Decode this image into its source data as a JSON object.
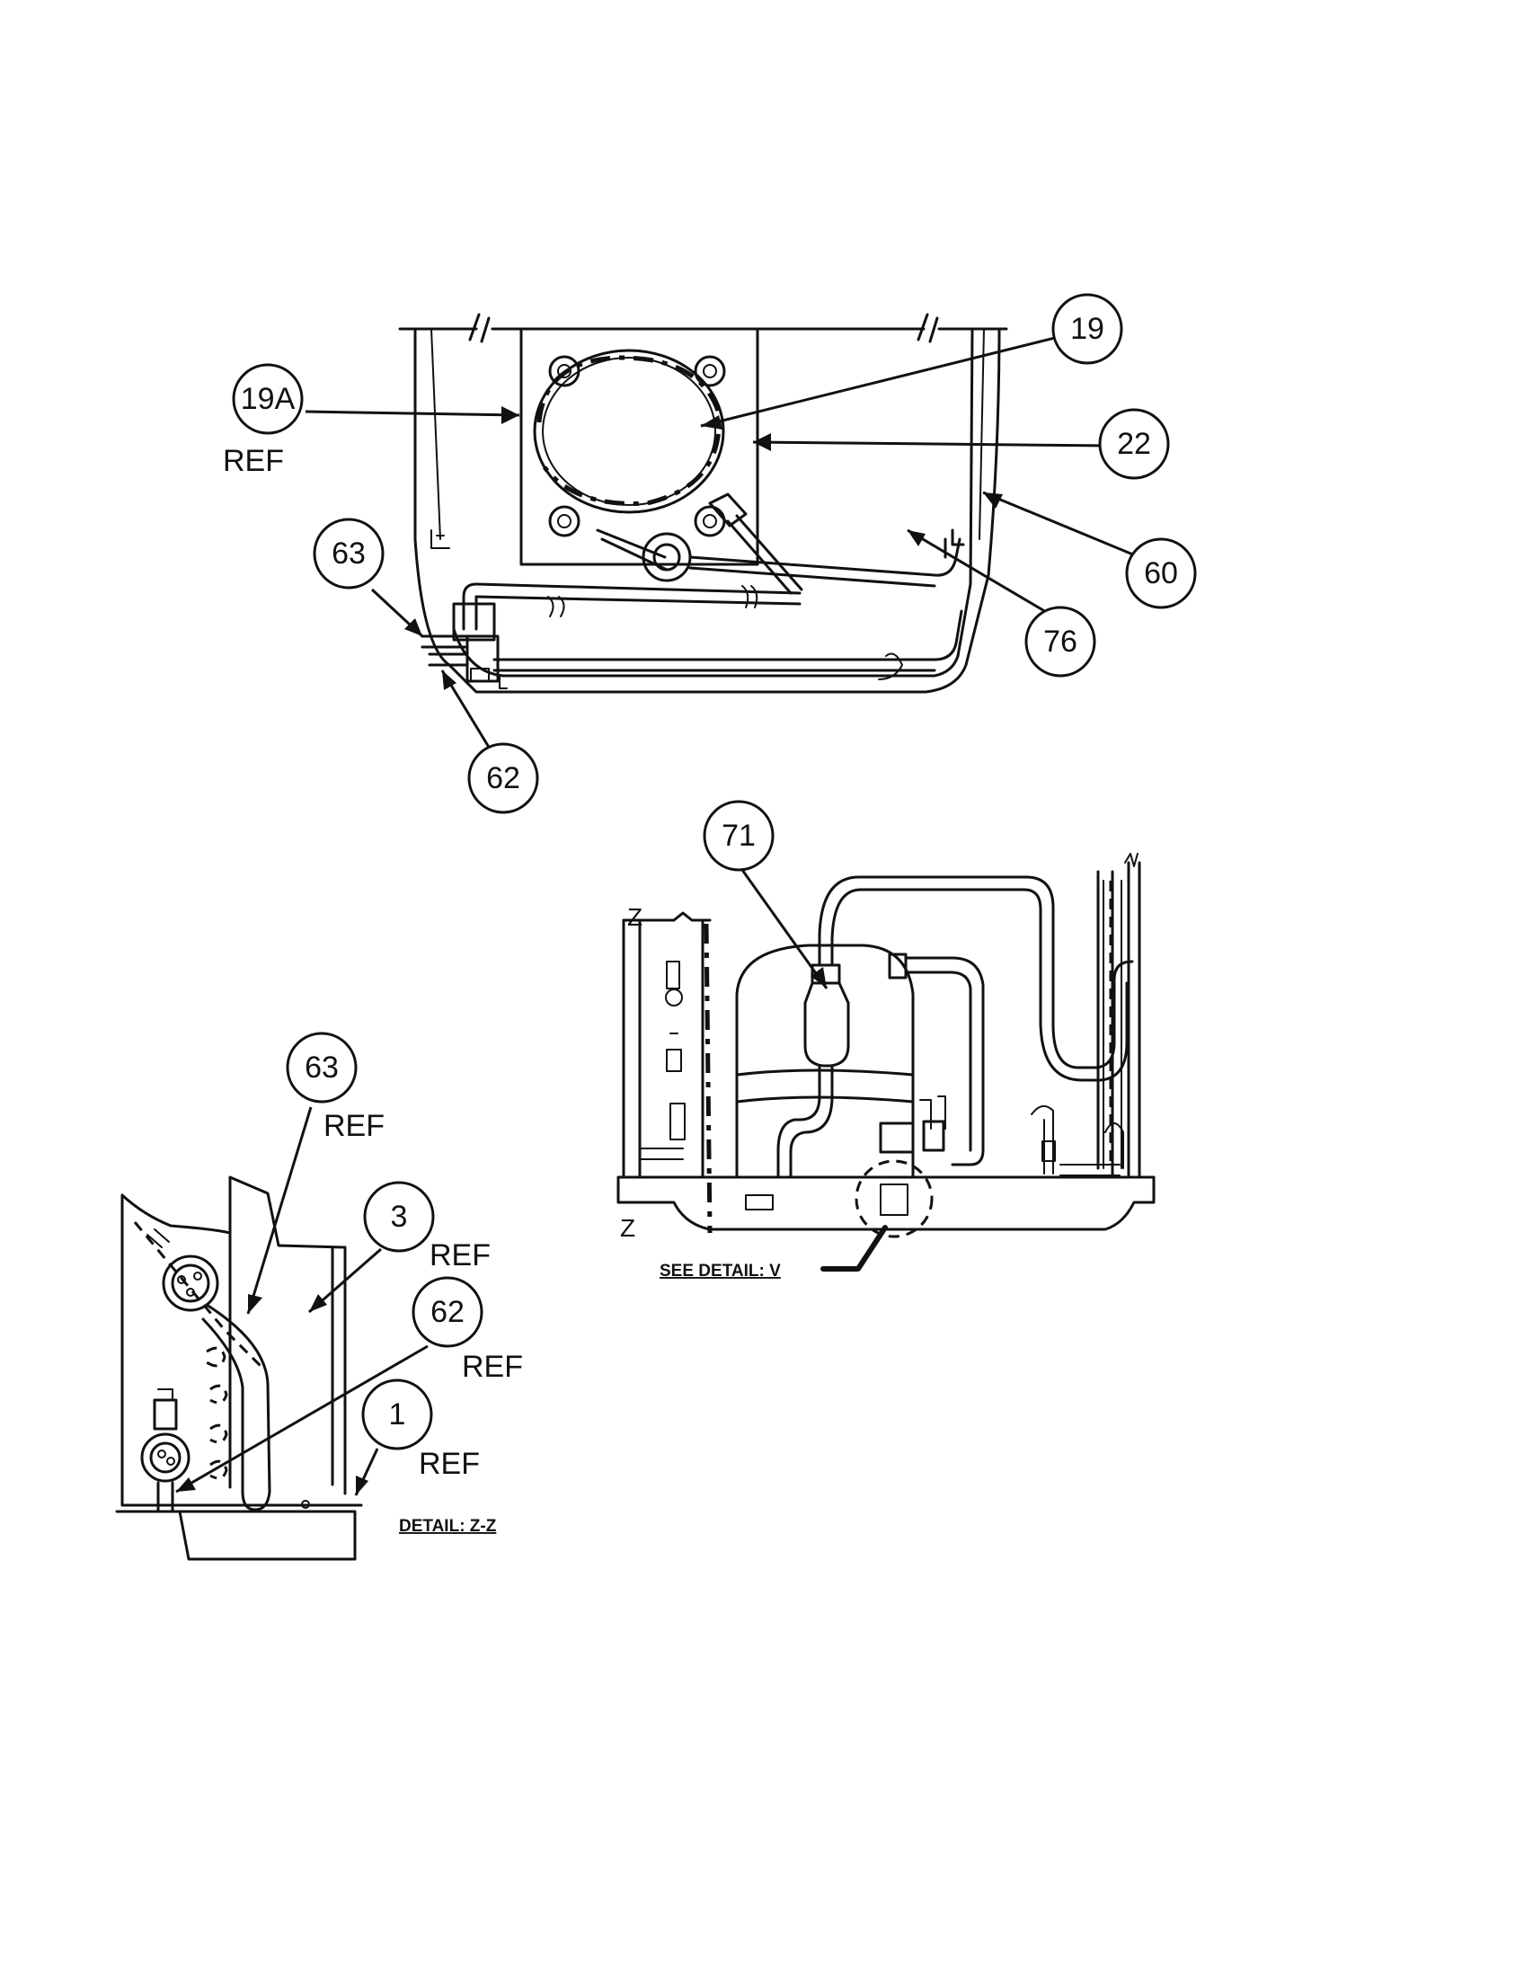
{
  "callouts": {
    "c19": "19",
    "c19a": "19A",
    "c19a_ref": "REF",
    "c22": "22",
    "c60": "60",
    "c76": "76",
    "c63_top": "63",
    "c62_top": "62",
    "c71": "71",
    "c63_detail": "63",
    "c63_detail_ref": "REF",
    "c3": "3",
    "c3_ref": "REF",
    "c62_detail": "62",
    "c62_detail_ref": "REF",
    "c1": "1",
    "c1_ref": "REF"
  },
  "labels": {
    "z_top": "Z",
    "z_bottom": "Z",
    "see_detail": "SEE DETAIL: V",
    "detail_zz": "DETAIL: Z-Z"
  },
  "colors": {
    "line": "#111111",
    "background": "#ffffff"
  }
}
